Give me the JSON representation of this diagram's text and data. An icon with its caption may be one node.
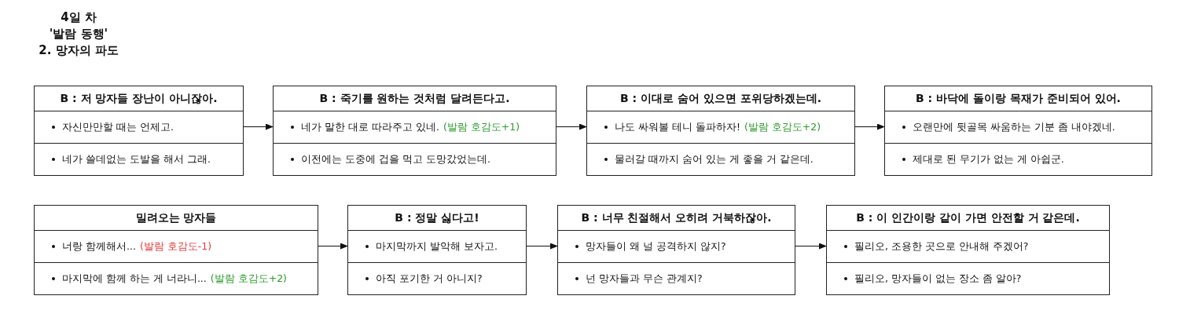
{
  "diagram": {
    "labels": [
      "4일 차",
      "'발람 동행'",
      "2. 망자의 파도"
    ],
    "nodes": [
      {
        "text": [
          "B : 저 망자들 장난이 아니잖아."
        ]
      },
      {
        "text": [
          "자신만만할 때는 언제고."
        ],
        "in": 0
      },
      {
        "text": [
          "네가 쓸데없는 도발을 해서 그래."
        ],
        "in": 0
      },
      {
        "text": [
          "B : 죽기를 원하는 것처럼 달려든다고."
        ]
      },
      {
        "text": [
          "네가 말한 대로 따라주고 있네.",
          "(발람 호감도+1)"
        ],
        "in": 3
      },
      {
        "text": [
          "이전에는 도중에 겁을 먹고 도망갔었는데."
        ],
        "in": 3
      },
      {
        "text": [
          "B : 이대로 숨어 있으면 포위당하겠는데."
        ]
      },
      {
        "text": [
          "나도 싸워볼 테니 돌파하자!",
          "(발람 호감도+2)"
        ],
        "in": 6
      },
      {
        "text": [
          "물러갈 때까지 숨어 있는 게 좋을 거 같은데."
        ],
        "in": 6
      },
      {
        "text": [
          "B : 바닥에 돌이랑 목재가 준비되어 있어."
        ]
      },
      {
        "text": [
          "오랜만에 뒷골목 싸움하는 기분 좀 내야겠네."
        ],
        "in": 9
      },
      {
        "text": [
          "제대로 된 무기가 없는 게 아쉽군."
        ],
        "in": 9
      },
      {
        "text": [
          "밀려오는 망자들"
        ]
      },
      {
        "text": [
          "너랑 함께해서...",
          "(발람 호감도-1)"
        ],
        "in": 12
      },
      {
        "text": [
          "마지막에 함께 하는 게 너라니...",
          "(발람 호감도+2)"
        ],
        "in": 12
      },
      {
        "text": [
          "B : 정말 싫다고!"
        ]
      },
      {
        "text": [
          "마지막까지 발악해 보자고."
        ],
        "in": 15
      },
      {
        "text": [
          "아직 포기한 거 아니지?"
        ],
        "in": 15
      },
      {
        "text": [
          "B : 너무 친절해서 오히려 거북하잖아."
        ]
      },
      {
        "text": [
          "망자들이 왜 널 공격하지 않지?"
        ],
        "in": 18
      },
      {
        "text": [
          "넌 망자들과 무슨 관계지?"
        ],
        "in": 18
      },
      {
        "text": [
          "B : 이 인간이랑 같이 가면 안전할 거 같은데."
        ]
      },
      {
        "text": [
          "필리오, 조용한 곳으로 안내해 주겠어?"
        ],
        "in": 21
      },
      {
        "text": [
          "필리오, 망자들이 없는 장소 좀 알아?"
        ],
        "in": 21
      }
    ],
    "edges": [
      {
        "from": 1,
        "to": 4,
        "arrow": "to"
      },
      {
        "from": 4,
        "to": 7,
        "arrow": "to"
      },
      {
        "from": 7,
        "to": 10,
        "arrow": "to"
      },
      {
        "from": 13,
        "to": 16,
        "arrow": "to"
      },
      {
        "from": 16,
        "to": 19,
        "arrow": "to"
      },
      {
        "from": 19,
        "to": 22,
        "arrow": "to"
      }
    ]
  }
}
